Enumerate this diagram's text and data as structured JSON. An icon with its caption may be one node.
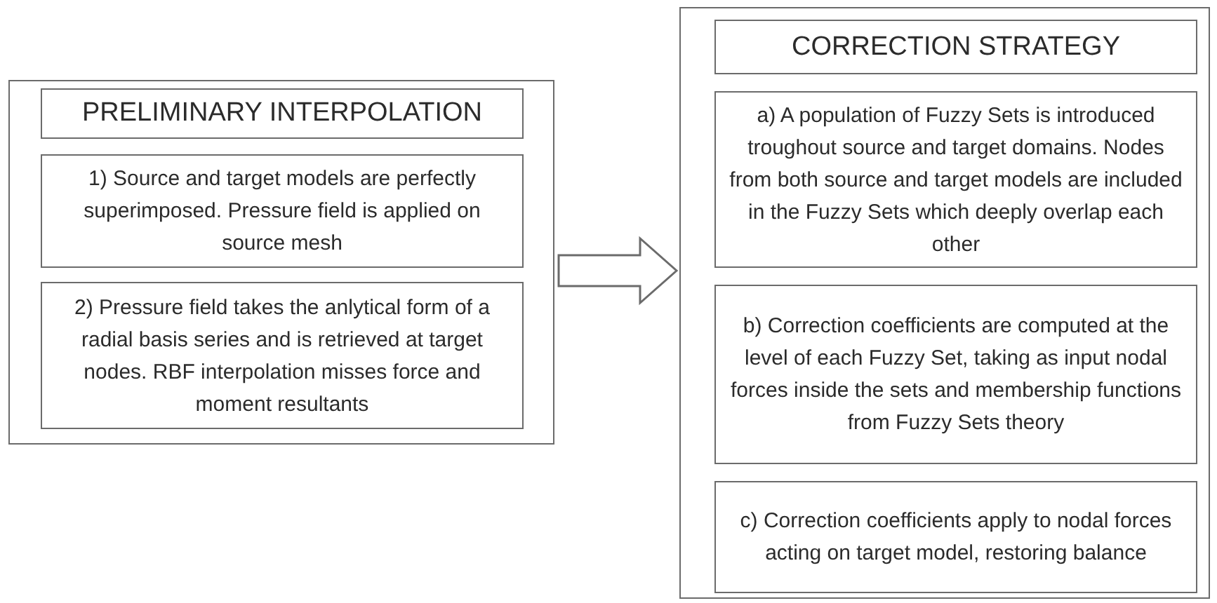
{
  "diagram": {
    "nodes": [
      {
        "text": [],
        "shape": "box"
      },
      {
        "text": [
          "PRELIMINARY INTERPOLATION"
        ],
        "in": 0
      },
      {
        "text": [
          "1) Source and target models are perfectly superimposed. Pressure field is applied on source mesh"
        ],
        "in": 0
      },
      {
        "text": [
          "2) Pressure field takes the anlytical form of a radial basis series and is retrieved at target nodes. RBF interpolation misses force and moment resultants"
        ],
        "in": 0
      },
      {
        "text": [],
        "shape": "box"
      },
      {
        "text": [
          "CORRECTION STRATEGY"
        ],
        "in": 4
      },
      {
        "text": [
          "a) A population of Fuzzy Sets is introduced troughout source and target domains. Nodes from both source and target models are included in the Fuzzy Sets which deeply overlap each other"
        ],
        "in": 4
      },
      {
        "text": [
          "b) Correction coefficients are computed at the level of each Fuzzy Set, taking as input nodal forces inside the sets and membership functions from Fuzzy Sets theory"
        ],
        "in": 4
      },
      {
        "text": [
          "c) Correction coefficients apply to nodal forces acting on target model, restoring balance"
        ],
        "in": 4
      }
    ],
    "edges": [
      {
        "from": 0,
        "to": 4,
        "arrow": "to",
        "style": "thick"
      }
    ]
  }
}
